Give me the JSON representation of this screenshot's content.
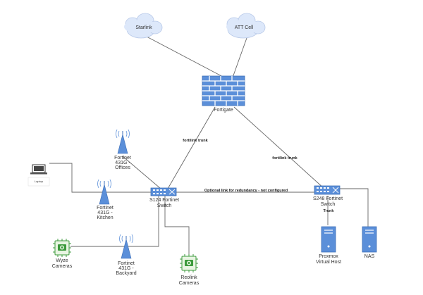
{
  "clouds": {
    "starlink": "Starlink",
    "att": "ATT Cell"
  },
  "firewall": {
    "label": "Fortigate"
  },
  "links": {
    "fortilink_left": "fortilink trunk",
    "fortilink_right": "fortilink trunk",
    "optional": "Optional link for redundancy - not configured",
    "trunk": "Trunk"
  },
  "switches": {
    "s124": [
      "S124 Fortinet",
      "Switch"
    ],
    "s248": [
      "S248 Fortinet",
      "Switch"
    ]
  },
  "access_points": {
    "offices": [
      "Fortinet",
      "431G -",
      "Offices"
    ],
    "kitchen": [
      "Fortinet",
      "431G -",
      "Kitchen"
    ],
    "backyard": [
      "Fortinet",
      "431G -",
      "Backyard"
    ]
  },
  "devices": {
    "laptop": "Laptop",
    "wyze": [
      "Wyze",
      "Cameras"
    ],
    "reolink": [
      "Reolink",
      "Cameras"
    ],
    "proxmox": [
      "Proxmox",
      "Virtual Host"
    ],
    "nas": "NAS"
  },
  "icon_names": {
    "cloud": "cloud-icon",
    "firewall": "firewall-brick-icon",
    "switch": "network-switch-icon",
    "ap": "wireless-antenna-icon",
    "camera": "camera-chip-icon",
    "server": "server-tower-icon",
    "laptop": "laptop-icon"
  },
  "colors": {
    "node_fill": "#5b8fd9",
    "node_stroke": "#3d6fb8",
    "cloud_fill": "#dde8fa",
    "camera_green": "#3c9a3c",
    "line": "#666666"
  }
}
